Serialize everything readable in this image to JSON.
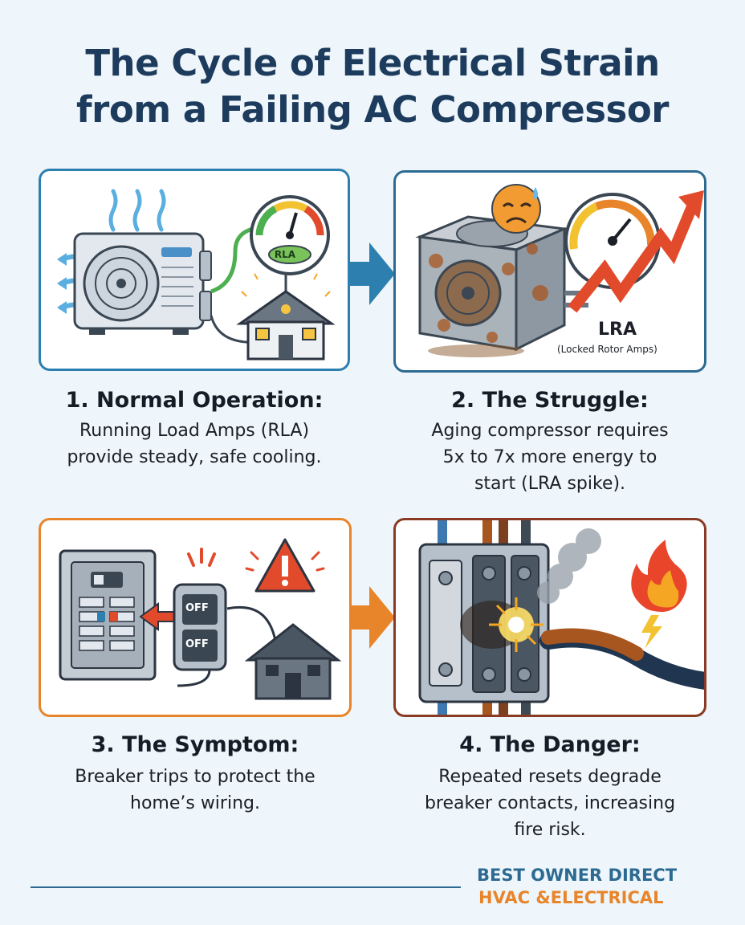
{
  "title_line1": "The Cycle of Electrical Strain",
  "title_line2": "from a Failing AC Compressor",
  "steps": [
    {
      "title": "1. Normal Operation:",
      "desc_lines": [
        "Running Load Amps (RLA)",
        "provide steady, safe cooling."
      ],
      "gauge_label": "RLA"
    },
    {
      "title": "2. The Struggle:",
      "desc_lines": [
        "Aging compressor requires",
        "5x to 7x more energy to",
        "start (LRA spike)."
      ],
      "gauge_label": "LRA",
      "gauge_sub": "(Locked Rotor Amps)"
    },
    {
      "title": "3. The Symptom:",
      "desc_lines": [
        "Breaker trips to protect the",
        "home’s wiring."
      ],
      "switch_labels": [
        "OFF",
        "OFF"
      ]
    },
    {
      "title": "4. The Danger:",
      "desc_lines": [
        "Repeated resets degrade",
        "breaker contacts, increasing",
        "fire risk."
      ]
    }
  ],
  "footer": {
    "brand_line1": "BEST OWNER DIRECT",
    "brand_line2": "HVAC &ELECTRICAL"
  },
  "colors": {
    "blue_arrow": "#2d7fb0",
    "orange_arrow": "#e8852a",
    "panel_border_1": "#2d7fb0",
    "panel_border_3": "#e8852a",
    "panel_border_4": "#8a3a22"
  }
}
